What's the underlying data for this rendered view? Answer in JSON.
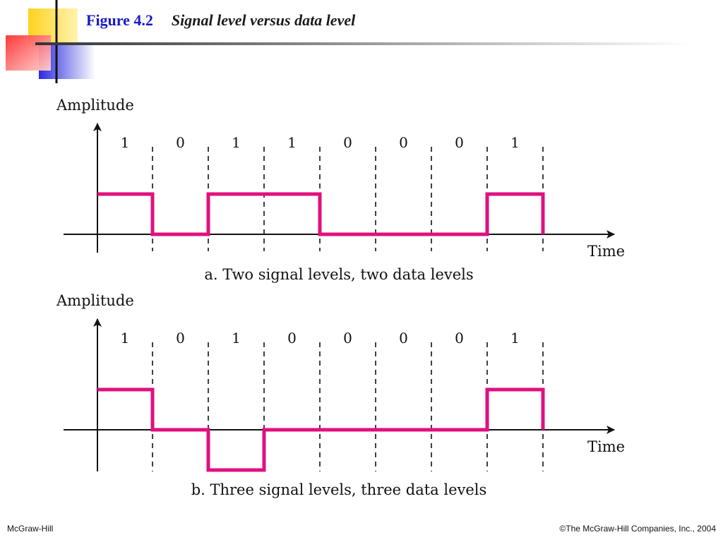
{
  "slide": {
    "figure_number": "Figure 4.2",
    "title": "Signal level versus data level"
  },
  "diagrams": [
    {
      "y_axis_label": "Amplitude",
      "x_axis_label": "Time",
      "caption": "a. Two signal levels, two data levels",
      "bits": [
        "1",
        "0",
        "1",
        "1",
        "0",
        "0",
        "0",
        "1"
      ],
      "levels": [
        1,
        0,
        1,
        1,
        0,
        0,
        0,
        1
      ]
    },
    {
      "y_axis_label": "Amplitude",
      "x_axis_label": "Time",
      "caption": "b. Three signal levels, three data levels",
      "bits": [
        "1",
        "0",
        "1",
        "0",
        "0",
        "0",
        "0",
        "1"
      ],
      "levels": [
        1,
        0,
        -1,
        0,
        0,
        0,
        0,
        1
      ]
    }
  ],
  "colors": {
    "signal": "#e0107f",
    "title_blue": "#1a1ac8",
    "logo_yellow": "#ffd21e",
    "logo_red": "#ff3a3a",
    "logo_blue": "#3a3aee"
  },
  "footer": {
    "left": "McGraw-Hill",
    "right": "©The McGraw-Hill Companies, Inc., 2004"
  }
}
